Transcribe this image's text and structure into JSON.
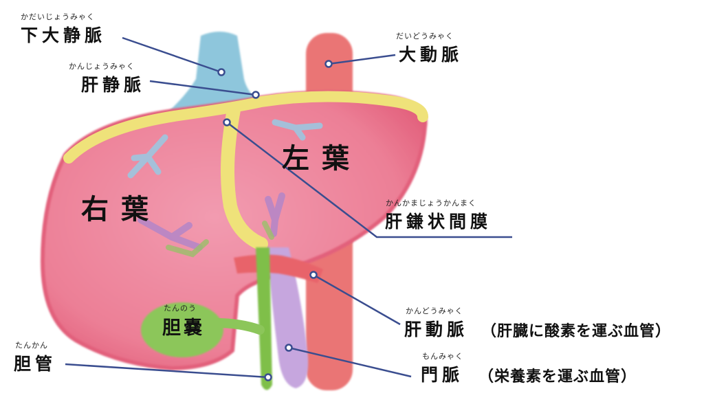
{
  "labels": {
    "ivc": {
      "ruby": "かだいじょうみゃく",
      "text": "下大静脈"
    },
    "hepatic_vein": {
      "ruby": "かんじょうみゃく",
      "text": "肝静脈"
    },
    "aorta": {
      "ruby": "だいどうみゃく",
      "text": "大動脈"
    },
    "falciform": {
      "ruby": "かんかまじょうかんまく",
      "text": "肝鎌状間膜"
    },
    "hepatic_artery": {
      "ruby": "かんどうみゃく",
      "text": "肝動脈",
      "note": "（肝臓に酸素を運ぶ血管）"
    },
    "portal_vein": {
      "ruby": "もんみゃく",
      "text": "門脈",
      "note": "（栄養素を運ぶ血管）"
    },
    "bile_duct": {
      "ruby": "たんかん",
      "text": "胆管"
    },
    "gallbladder": {
      "ruby": "たんのう",
      "text": "胆嚢"
    },
    "left_lobe": "左葉",
    "right_lobe": "右葉"
  },
  "colors": {
    "liver": "#ec7f96",
    "liver_edge": "#e2607c",
    "ligament": "#efe27a",
    "aorta": "#e96a6a",
    "ivc": "#8ec6dc",
    "vein_branch": "#9ec6e0",
    "portal": "#c6a6de",
    "bile": "#7fbf4a",
    "gallbladder": "#8cc65a",
    "artery": "#e8636b",
    "leader": "#3a4d8f"
  }
}
